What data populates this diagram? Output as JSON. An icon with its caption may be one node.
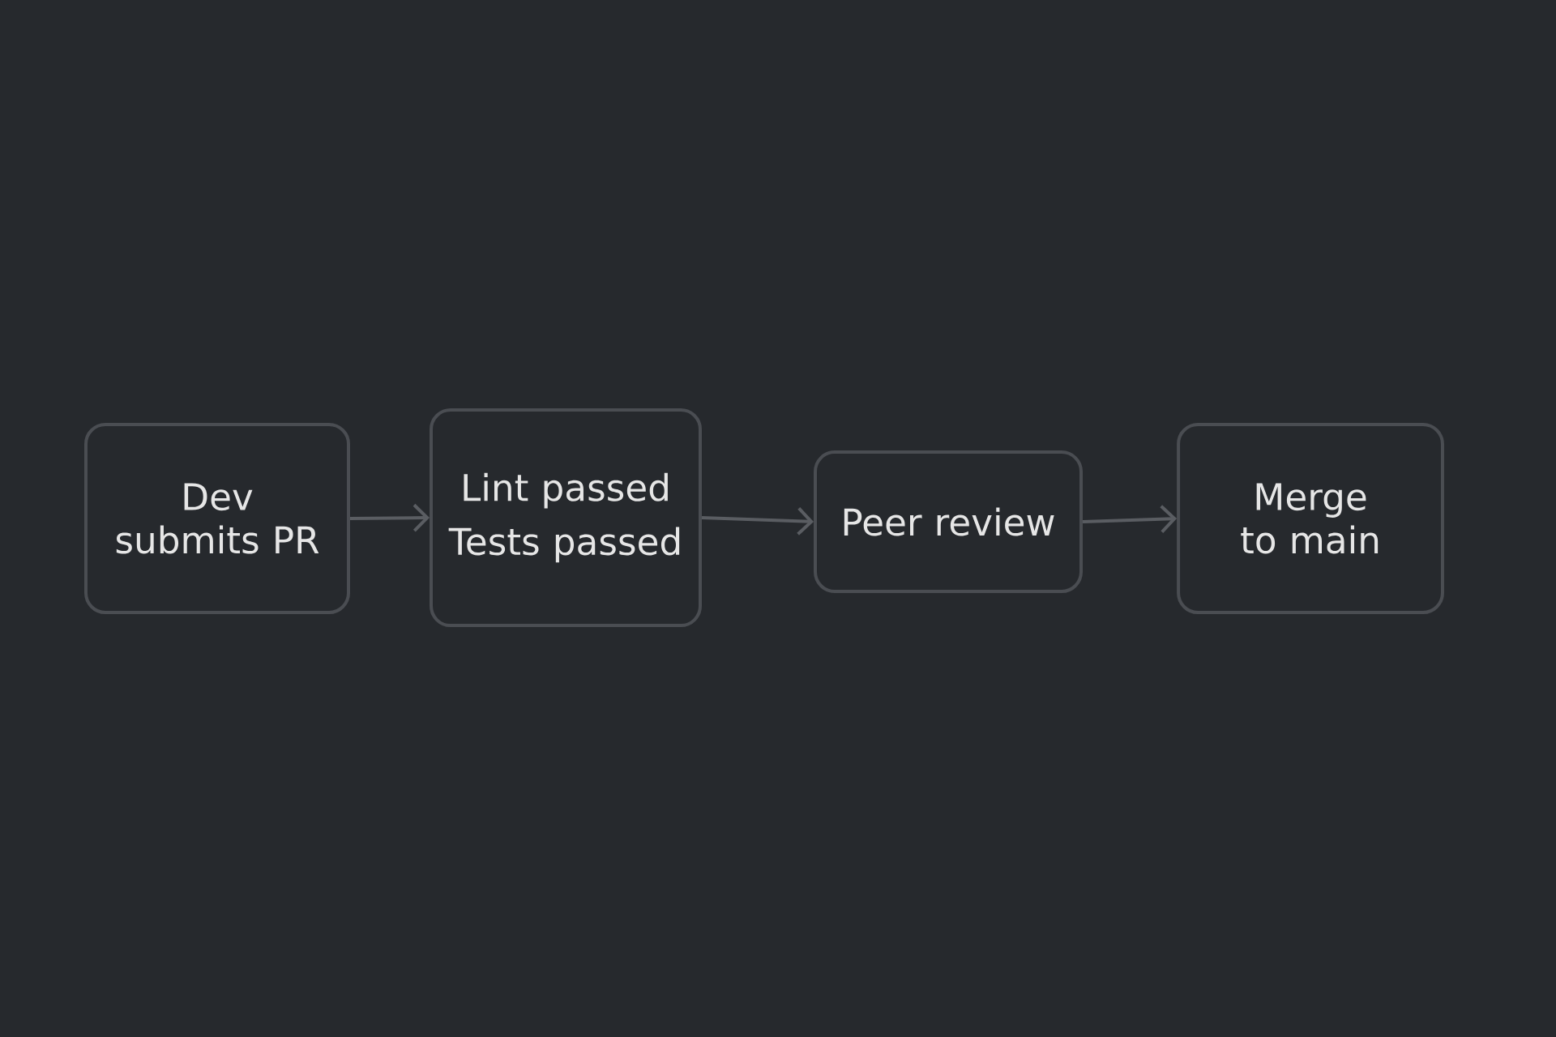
{
  "diagram": {
    "nodes": [
      {
        "text": [
          "Dev submits PR"
        ]
      },
      {
        "text": [
          "Lint passed",
          "Tests passed"
        ]
      },
      {
        "text": [
          "Peer review"
        ]
      },
      {
        "text": [
          "Merge to main"
        ]
      }
    ],
    "edges": [
      {
        "from": 0,
        "to": 1,
        "arrow": "to"
      },
      {
        "from": 1,
        "to": 2,
        "arrow": "to"
      },
      {
        "from": 2,
        "to": 3,
        "arrow": "to"
      }
    ]
  }
}
